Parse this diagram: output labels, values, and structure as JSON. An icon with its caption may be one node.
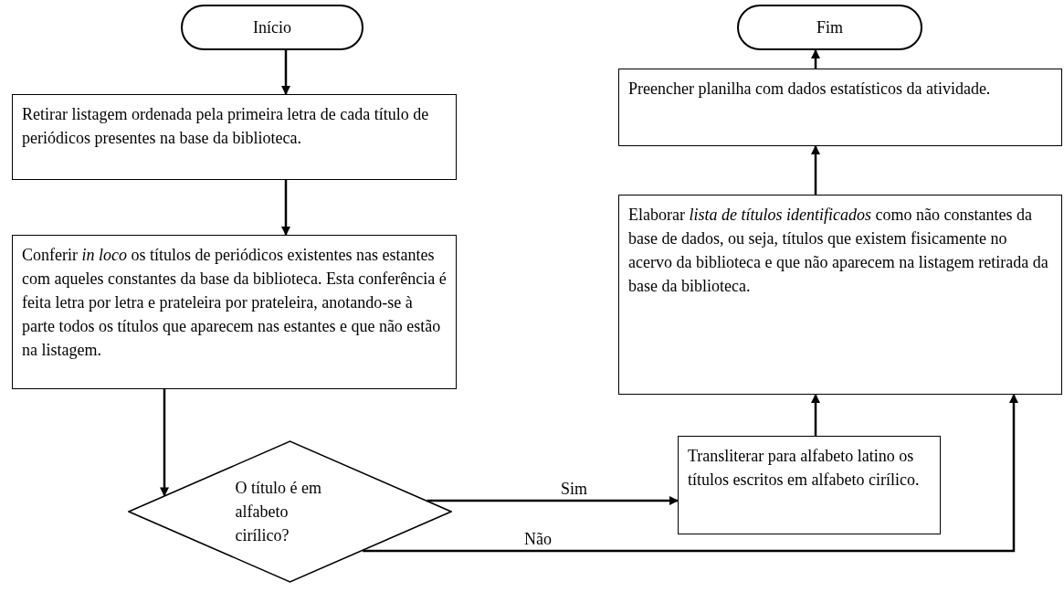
{
  "diagram": {
    "nodes": [
      {
        "text": [
          "Início"
        ]
      },
      {
        "text": [
          "Retirar listagem ordenada pela primeira letra de cada título de periódicos presentes na base da biblioteca."
        ]
      },
      {
        "text": [
          "Conferir *in loco* os títulos de periódicos existentes nas estantes com aqueles constantes da base da biblioteca. Esta conferência é feita letra por letra e prateleira por prateleira, anotando-se à parte todos os títulos que aparecem nas estantes e que não estão na listagem."
        ]
      },
      {
        "text": [
          "O título é em alfabeto cirílico?"
        ]
      },
      {
        "text": [
          "Transliterar para alfabeto latino os títulos escritos em alfabeto cirílico."
        ]
      },
      {
        "text": [
          "Elaborar *lista de títulos identificados* como não constantes da base de dados, ou seja, títulos que existem fisicamente no acervo da biblioteca e que não aparecem na listagem retirada da base da biblioteca."
        ]
      },
      {
        "text": [
          "Preencher planilha com dados estatísticos da atividade."
        ]
      },
      {
        "text": [
          "Fim"
        ]
      }
    ],
    "edges": [
      {
        "from": 0,
        "to": 1,
        "arrow": "to"
      },
      {
        "from": 1,
        "to": 2,
        "arrow": "to"
      },
      {
        "from": 2,
        "to": 3,
        "arrow": "to"
      },
      {
        "from": 3,
        "to": 4,
        "arrow": "to",
        "label": "Sim"
      },
      {
        "from": 4,
        "to": 5,
        "arrow": "to"
      },
      {
        "from": 3,
        "to": 5,
        "arrow": "to",
        "label": "Não"
      },
      {
        "from": 5,
        "to": 6,
        "arrow": "to"
      },
      {
        "from": 6,
        "to": 7,
        "arrow": "to"
      }
    ]
  }
}
